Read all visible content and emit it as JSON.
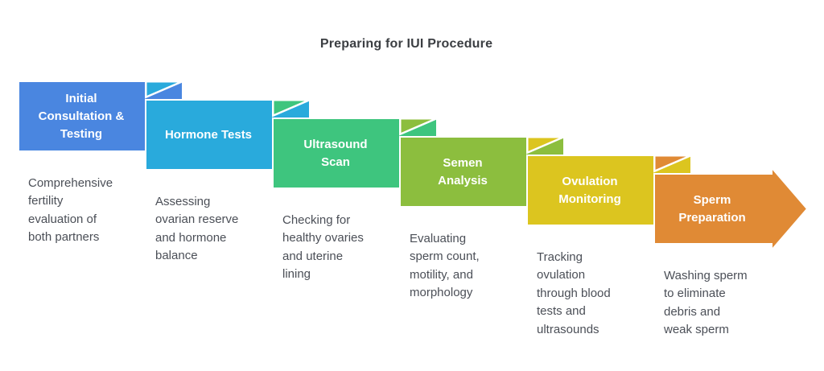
{
  "title": "Preparing for IUI Procedure",
  "steps": [
    {
      "label": "Initial\nConsultation &\nTesting",
      "description": "Comprehensive\nfertility\nevaluation of\nboth partners",
      "color": "#4a86e0"
    },
    {
      "label": "Hormone Tests",
      "description": "Assessing\novarian reserve\nand hormone\nbalance",
      "color": "#29aadc"
    },
    {
      "label": "Ultrasound\nScan",
      "description": "Checking for\nhealthy ovaries\nand uterine\nlining",
      "color": "#3ec57e"
    },
    {
      "label": "Semen\nAnalysis",
      "description": "Evaluating\nsperm count,\nmotility, and\nmorphology",
      "color": "#8cbe3e"
    },
    {
      "label": "Ovulation\nMonitoring",
      "description": "Tracking\novulation\nthrough blood\ntests and\nultrasounds",
      "color": "#dcc51f"
    },
    {
      "label": "Sperm\nPreparation",
      "description": "Washing sperm\nto eliminate\ndebris and\nweak sperm",
      "color": "#e08a35"
    }
  ]
}
